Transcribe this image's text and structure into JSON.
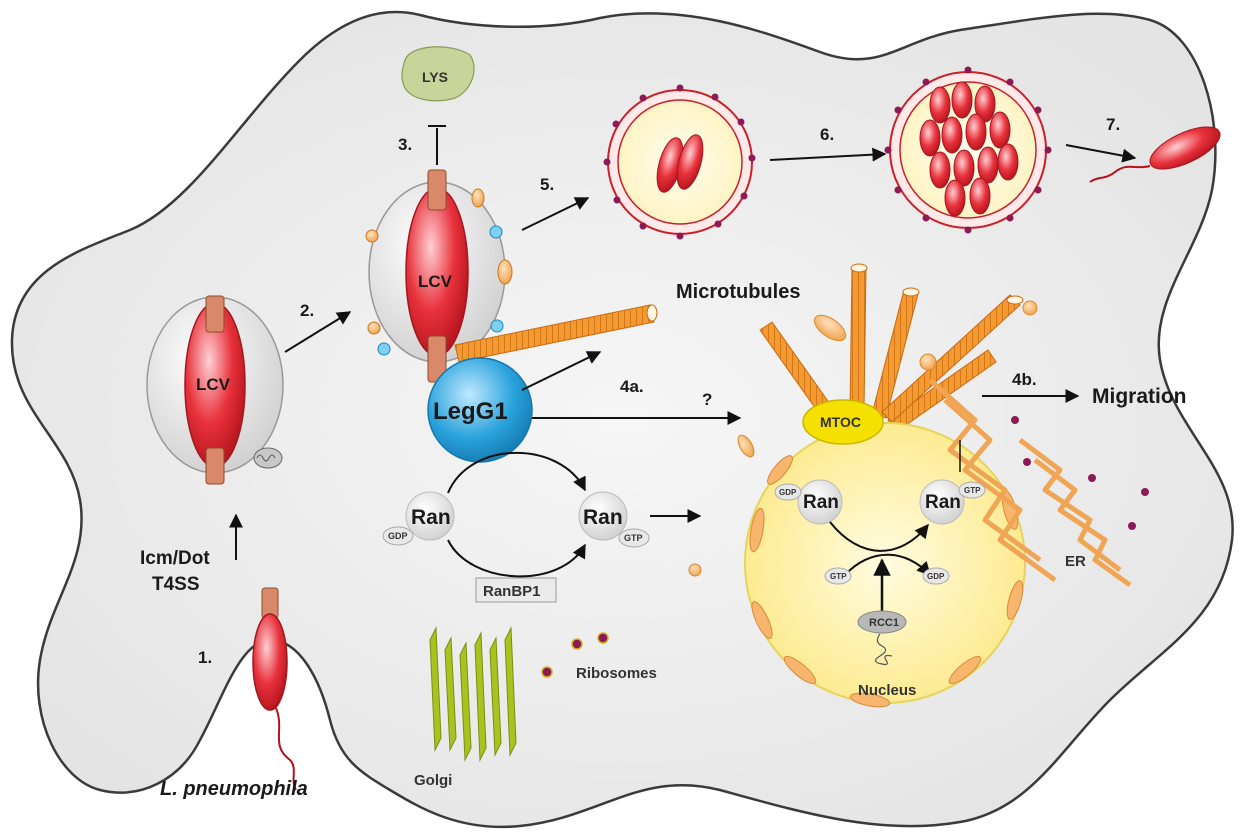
{
  "steps": {
    "s1": "1.",
    "s2": "2.",
    "s3": "3.",
    "s4a": "4a.",
    "s4b": "4b.",
    "s5": "5.",
    "s6": "6.",
    "s7": "7."
  },
  "labels": {
    "lys": "LYS",
    "lcv": "LCV",
    "legg1": "LegG1",
    "ran": "Ran",
    "gdp": "GDP",
    "gtp": "GTP",
    "ranbp1": "RanBP1",
    "rcc1": "RCC1",
    "microtubules": "Microtubules",
    "mtoc": "MTOC",
    "migration": "Migration",
    "question": "?",
    "icm_dot": "Icm/Dot",
    "t4ss": "T4SS",
    "golgi": "Golgi",
    "ribosomes": "Ribosomes",
    "nucleus": "Nucleus",
    "er": "ER",
    "pathogen": "L. pneumophila"
  },
  "colors": {
    "cell": "#efefef",
    "bacterium": "#e8323c",
    "legg1": "#2aa3dc",
    "microtubule": "#f0922e",
    "nucleus": "#fff3a6",
    "mtoc": "#f6e000",
    "golgi": "#a8c21e",
    "ribosome": "#8b1a55"
  }
}
